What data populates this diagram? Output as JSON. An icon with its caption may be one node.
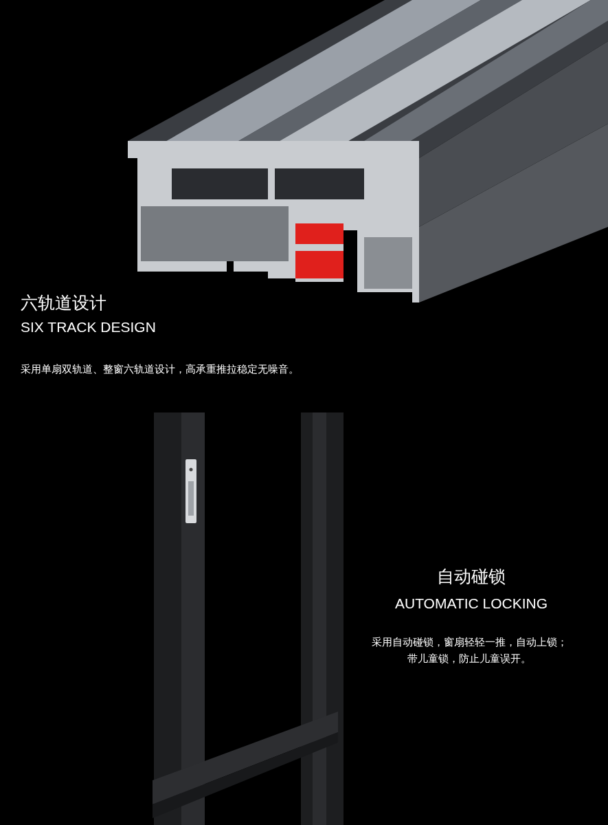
{
  "diagram": {
    "labels": [
      "六轨道设计",
      "SIX TRACK DESIGN",
      "采用单扇双轨道、整窗六轨道设计，高承重推拉稳定无噪音。",
      "自动碰锁",
      "AUTOMATIC LOCKING",
      "采用自动碰锁，窗扇轻轻一推，自动上锁；带儿童锁，防止儿童误开。"
    ]
  }
}
